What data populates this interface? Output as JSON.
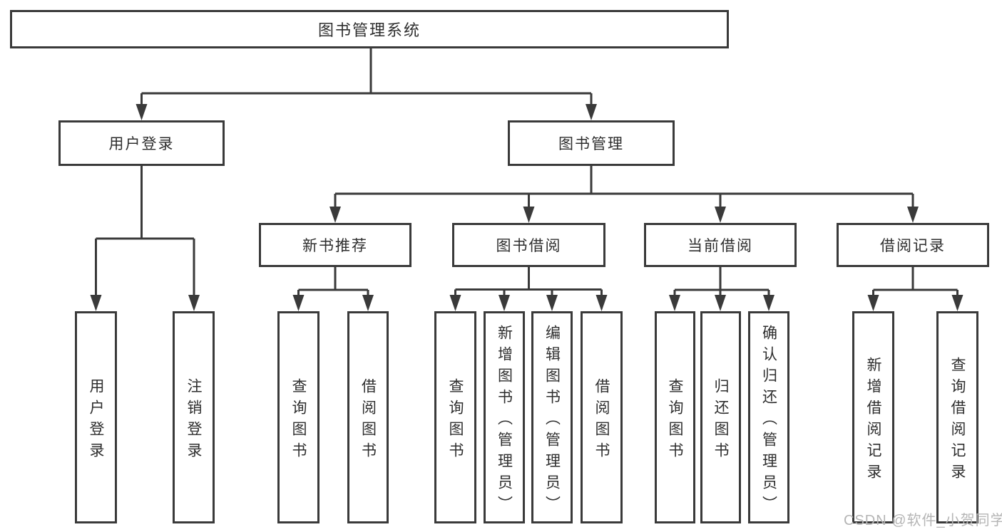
{
  "tree": {
    "root_label": "图书管理系统",
    "branches": [
      {
        "label": "用户登录",
        "leaves": [
          {
            "label": "用户登录"
          },
          {
            "label": "注销登录"
          }
        ]
      },
      {
        "label": "图书管理",
        "groups": [
          {
            "label": "新书推荐",
            "leaves": [
              {
                "label": "查询图书"
              },
              {
                "label": "借阅图书"
              }
            ]
          },
          {
            "label": "图书借阅",
            "leaves": [
              {
                "label": "查询图书"
              },
              {
                "label": "新增图书（管理员）"
              },
              {
                "label": "编辑图书（管理员）"
              },
              {
                "label": "借阅图书"
              }
            ]
          },
          {
            "label": "当前借阅",
            "leaves": [
              {
                "label": "查询图书"
              },
              {
                "label": "归还图书"
              },
              {
                "label": "确认归还（管理员）"
              }
            ]
          },
          {
            "label": "借阅记录",
            "leaves": [
              {
                "label": "新增借阅记录"
              },
              {
                "label": "查询借阅记录"
              }
            ]
          }
        ]
      }
    ]
  },
  "watermark": {
    "text": "CSDN @软件_小贺同学"
  },
  "colors": {
    "line": "#3a3a3a",
    "text": "#2e2e2e",
    "watermark": "#b5b5b5",
    "background": "#ffffff"
  }
}
